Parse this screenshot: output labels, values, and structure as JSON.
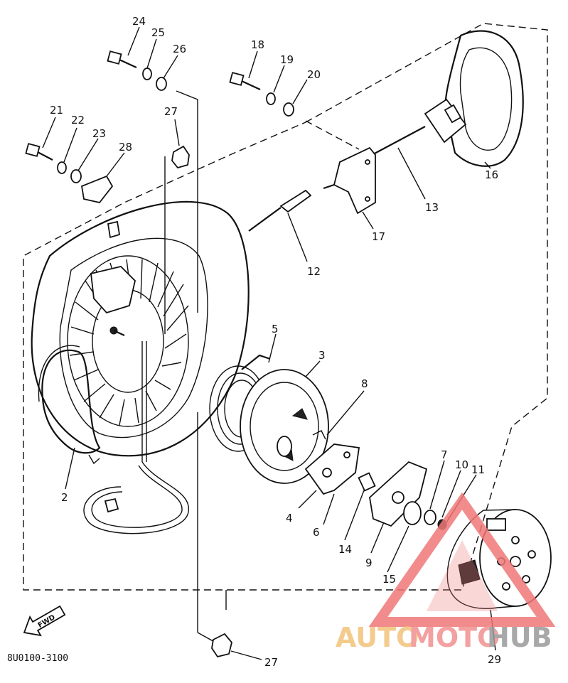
{
  "diagram": {
    "drawing_code": "8U0100-3100",
    "direction_tag": "FWD",
    "part_labels": {
      "p2": "2",
      "p3": "3",
      "p4": "4",
      "p5": "5",
      "p6": "6",
      "p7": "7",
      "p8": "8",
      "p9": "9",
      "p10": "10",
      "p11": "11",
      "p12": "12",
      "p13": "13",
      "p14": "14",
      "p15": "15",
      "p16": "16",
      "p17": "17",
      "p18": "18",
      "p19": "19",
      "p20": "20",
      "p21": "21",
      "p22": "22",
      "p23": "23",
      "p24": "24",
      "p25": "25",
      "p26": "26",
      "p27a": "27",
      "p27b": "27",
      "p28": "28",
      "p29": "29"
    }
  },
  "watermark": {
    "brand_left": "AUTO",
    "brand_mid": "MOTO",
    "brand_right": "HUB",
    "colors": {
      "triangle": "#f07878",
      "auto": "#f2c27a",
      "moto": "#f29090",
      "hub": "#9a9a9a"
    }
  }
}
